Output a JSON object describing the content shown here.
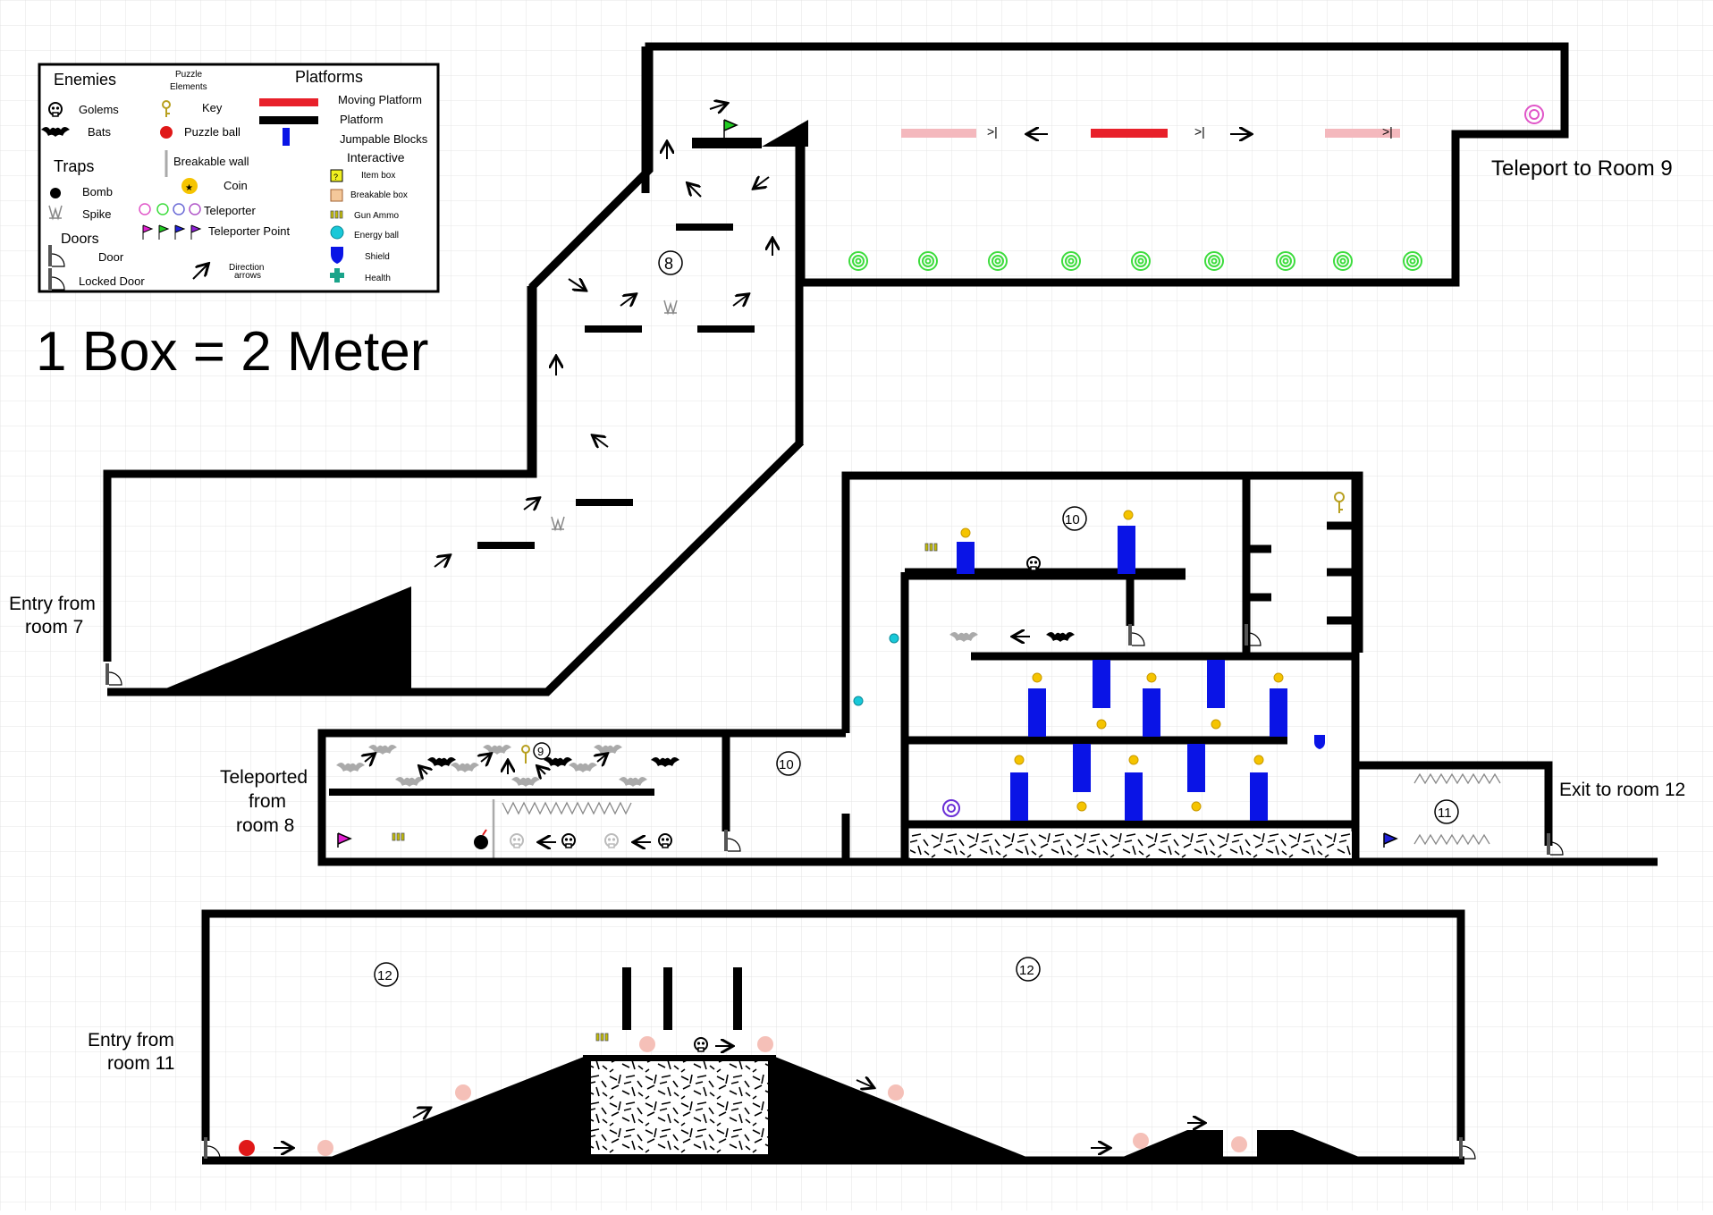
{
  "scale_title": "1 Box = 2 Meter",
  "legend": {
    "enemies_heading": "Enemies",
    "golems": "Golems",
    "bats": "Bats",
    "traps_heading": "Traps",
    "bomb": "Bomb",
    "spike": "Spike",
    "doors_heading": "Doors",
    "door": "Door",
    "locked_door": "Locked Door",
    "puzzle_heading_1": "Puzzle",
    "puzzle_heading_2": "Elements",
    "key": "Key",
    "puzzle_ball": "Puzzle ball",
    "breakable_wall": "Breakable wall",
    "coin": "Coin",
    "teleporter": "Teleporter",
    "teleporter_point": "Teleporter Point",
    "direction_1": "Direction",
    "direction_2": "arrows",
    "platforms_heading": "Platforms",
    "moving_platform": "Moving Platform",
    "platform": "Platform",
    "jumpable_blocks": "Jumpable Blocks",
    "interactive_heading": "Interactive",
    "item_box": "Item box",
    "breakable_box": "Breakable box",
    "gun_ammo": "Gun Ammo",
    "energy_ball": "Energy ball",
    "shield": "Shield",
    "health": "Health"
  },
  "labels": {
    "entry_room7_1": "Entry from",
    "entry_room7_2": "room 7",
    "teleport_room9": "Teleport to Room 9",
    "teleported_1": "Teleported",
    "teleported_2": "from",
    "teleported_3": "room 8",
    "exit_room12": "Exit to room 12",
    "entry_room11_1": "Entry from",
    "entry_room11_2": "room 11"
  },
  "rooms": {
    "r8": "8",
    "r9": "9",
    "r10a": "10",
    "r10b": "10",
    "r11": "11",
    "r12a": "12",
    "r12b": "12"
  },
  "colors": {
    "moving_platform": "#e8202a",
    "moving_platform_ghost": "#f4b8bd",
    "jump_block": "#0a14e6",
    "coin": "#f5c400",
    "teleporter_green": "#3ddc3d",
    "teleporter_pink": "#e055c8",
    "teleporter_purple": "#6a2fd6",
    "flag_green": "#22cc22",
    "flag_magenta": "#e020d0",
    "flag_blue": "#2020d8",
    "puzzle_ball": "#e01818",
    "puzzle_ball_ghost": "#f5c0b8",
    "energy_ball": "#18c8d8",
    "health": "#1aa48a",
    "breakable_box": "#f5c89a",
    "item_box": "#f0f020",
    "key": "#b8a020"
  }
}
